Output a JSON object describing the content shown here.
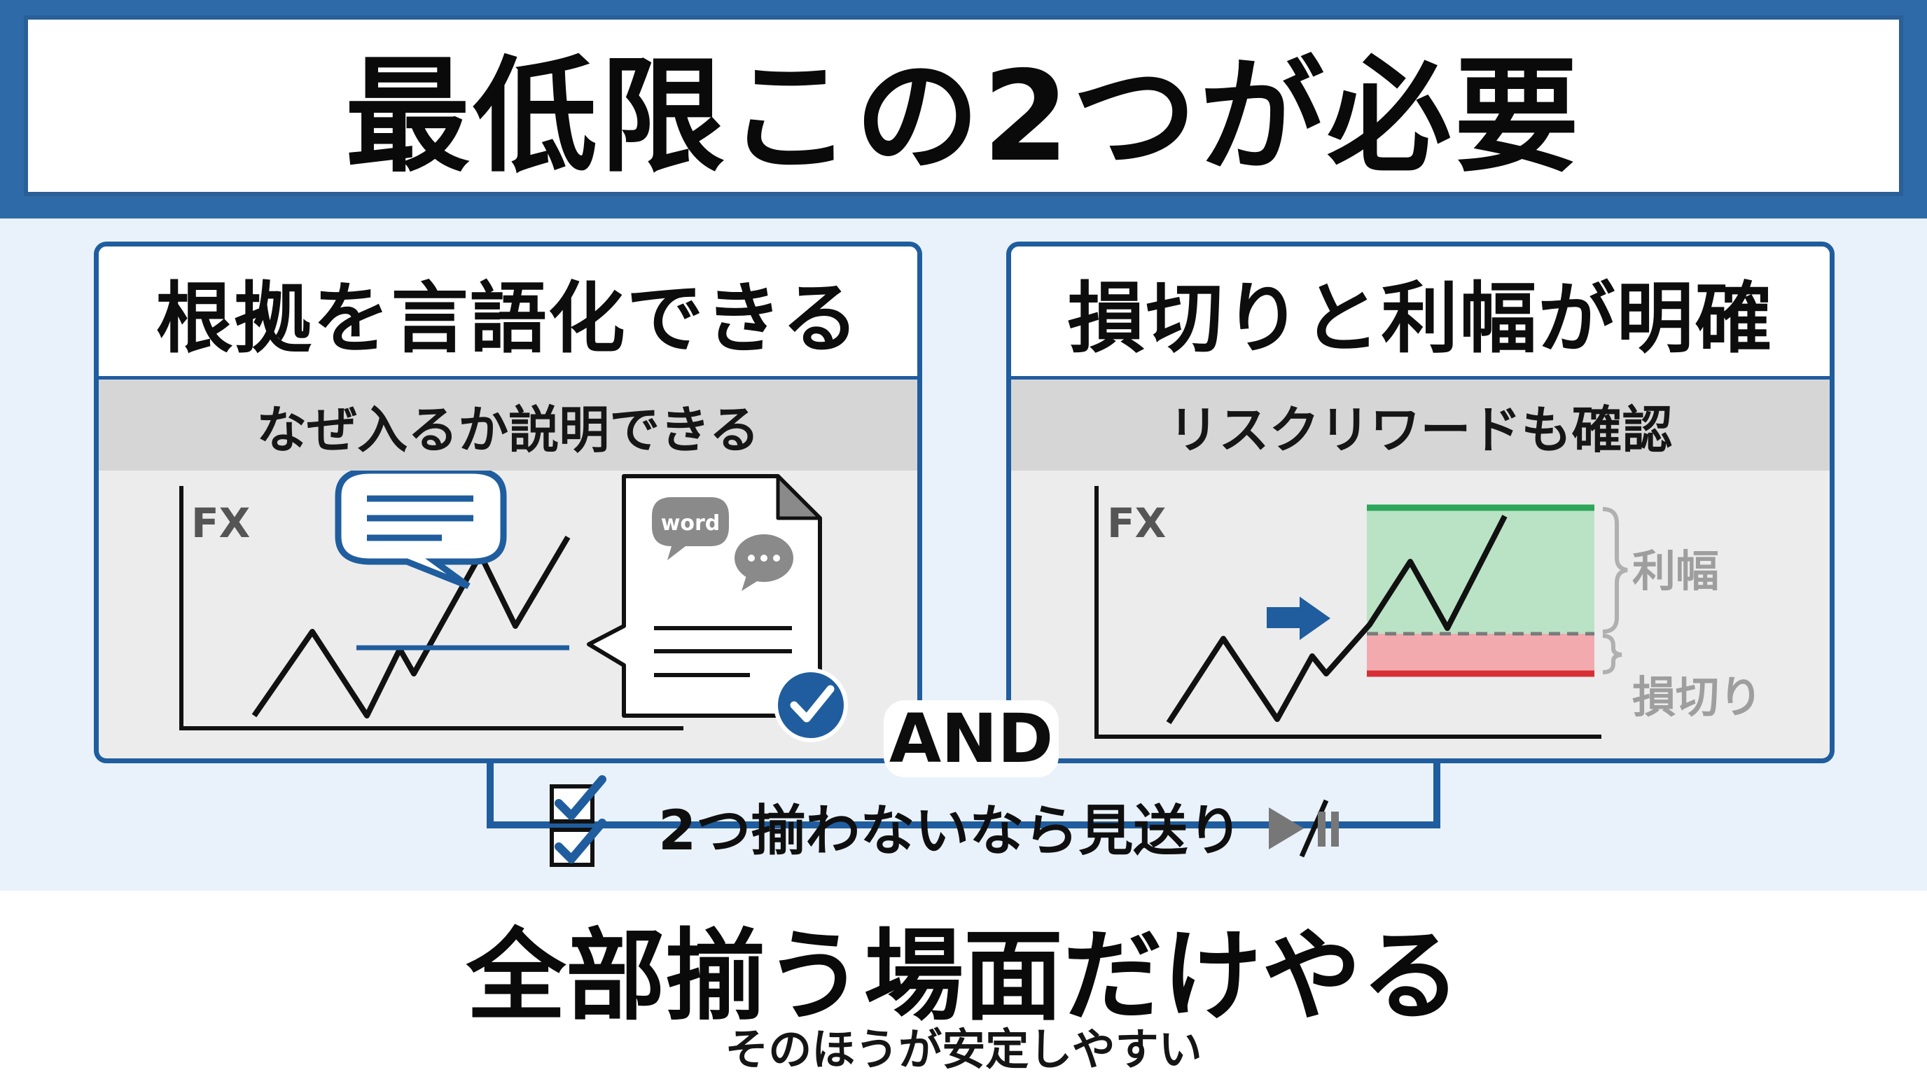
{
  "header": {
    "title": "最低限この2つが必要"
  },
  "left_panel": {
    "title": "根拠を言語化できる",
    "subtitle": "なぜ入るか説明できる",
    "chart_label": "FX",
    "doc_bubble_text": "word"
  },
  "right_panel": {
    "title": "損切りと利幅が明確",
    "subtitle": "リスクリワードも確認",
    "chart_label": "FX",
    "profit_label": "利幅",
    "loss_label": "損切り"
  },
  "connector": {
    "and_label": "AND",
    "skip_text": "2つ揃わないなら見送り"
  },
  "footer": {
    "main": "全部揃う場面だけやる",
    "sub": "そのほうが安定しやすい"
  },
  "colors": {
    "brand_blue": "#1f5d9e",
    "profit_green": "#2da65a",
    "loss_red": "#d62f36"
  }
}
